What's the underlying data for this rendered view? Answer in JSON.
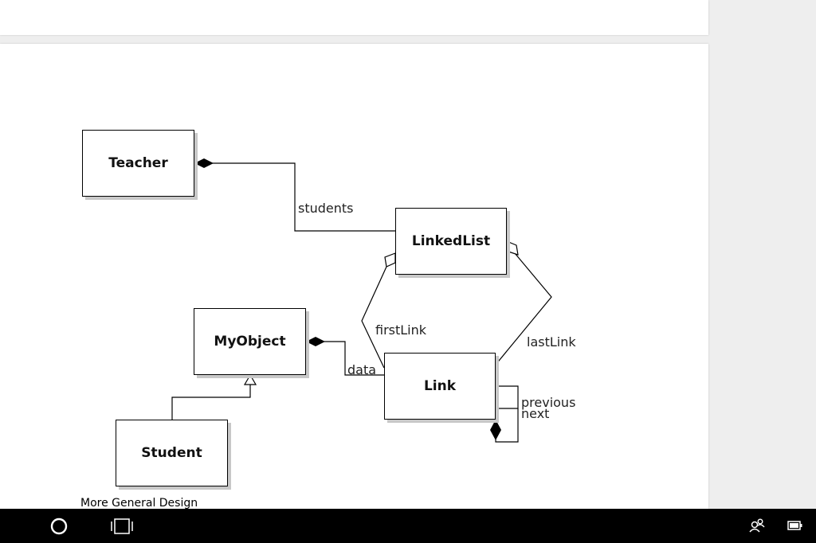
{
  "diagram": {
    "classes": {
      "teacher": "Teacher",
      "linkedlist": "LinkedList",
      "myobject": "MyObject",
      "link": "Link",
      "student": "Student"
    },
    "associations": {
      "students": "students",
      "first_link": "firstLink",
      "last_link": "lastLink",
      "data": "data",
      "previous": "previous",
      "next": "next"
    },
    "caption": "More General Design"
  },
  "taskbar": {
    "icons": [
      "cortana-circle-icon",
      "task-view-icon",
      "people-icon",
      "battery-icon"
    ]
  }
}
